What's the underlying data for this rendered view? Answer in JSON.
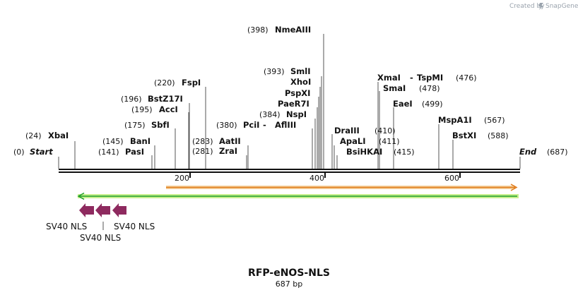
{
  "header": {
    "credit_text": "Created by",
    "credit_brand": "SnapGene"
  },
  "map": {
    "name": "RFP-eNOS-NLS",
    "length_label": "687 bp",
    "start_pos": "(0)",
    "start_label": "Start",
    "end_label": "End",
    "end_pos": "(687)",
    "ticks": [
      "200",
      "400",
      "600"
    ]
  },
  "sites": [
    {
      "name": "XbaI",
      "pos": "(24)"
    },
    {
      "name": "PasI",
      "pos": "(141)"
    },
    {
      "name": "BanI",
      "pos": "(145)"
    },
    {
      "name": "SbfI",
      "pos": "(175)"
    },
    {
      "name": "AccI",
      "pos": "(195)"
    },
    {
      "name": "BstZ17I",
      "pos": "(196)"
    },
    {
      "name": "FspI",
      "pos": "(220)"
    },
    {
      "name": "ZraI",
      "pos": "(281)"
    },
    {
      "name": "AatII",
      "pos": "(283)"
    },
    {
      "name": "PciI",
      "pos": "(380)",
      "partner": "AflIII"
    },
    {
      "name": "NspI",
      "pos": "(384)"
    },
    {
      "name": "PaeR7I",
      "pos": ""
    },
    {
      "name": "PspXI",
      "pos": ""
    },
    {
      "name": "XhoI",
      "pos": ""
    },
    {
      "name": "SmlI",
      "pos": "(393)"
    },
    {
      "name": "NmeAIII",
      "pos": "(398)"
    },
    {
      "name": "DraIII",
      "pos": "(410)"
    },
    {
      "name": "ApaLI",
      "pos": "(411)"
    },
    {
      "name": "BsiHKAI",
      "pos": "(415)"
    },
    {
      "name": "XmaI",
      "pos": "(476)",
      "partner": "TspMI"
    },
    {
      "name": "SmaI",
      "pos": "(478)"
    },
    {
      "name": "EaeI",
      "pos": "(499)"
    },
    {
      "name": "MspA1I",
      "pos": "(567)"
    },
    {
      "name": "BstXI",
      "pos": "(588)"
    }
  ],
  "features": {
    "nls_labels": [
      "SV40 NLS",
      "SV40 NLS",
      "SV40 NLS"
    ],
    "colors": {
      "nls": "#8e2a5f",
      "orange_line": "#e07a1a",
      "orange_fill": "#f4cf9a",
      "green_line": "#1e9f2a",
      "green_fill": "#c9ef8f",
      "backbone": "#111111"
    }
  }
}
